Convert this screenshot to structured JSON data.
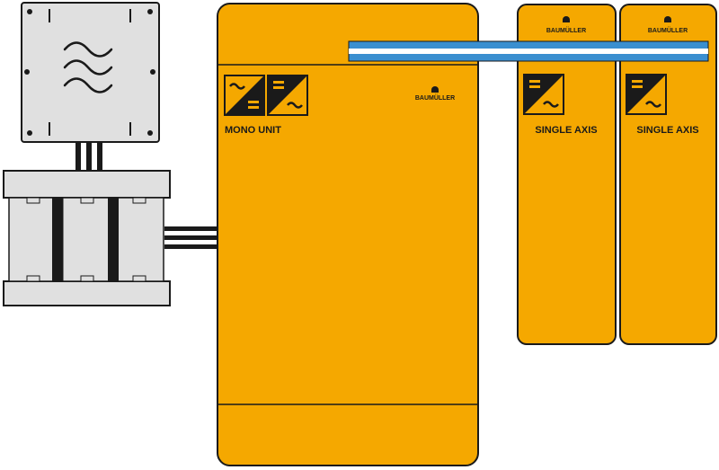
{
  "colors": {
    "cabinet": "#f5a800",
    "outline": "#1a1a1a",
    "filter_box": "#e0e0e0",
    "dc_bus_blue": "#3a8fd0",
    "dc_bus_white": "#ffffff"
  },
  "mono_unit": {
    "label": "MONO UNIT",
    "brand": "BAUMÜLLER",
    "icons": [
      "ac-dc-converter-icon",
      "dc-ac-inverter-icon"
    ]
  },
  "axis_modules": [
    {
      "label": "SINGLE AXIS",
      "brand": "BAUMÜLLER",
      "icon": "dc-ac-inverter-icon"
    },
    {
      "label": "SINGLE AXIS",
      "brand": "BAUMÜLLER",
      "icon": "dc-ac-inverter-icon"
    }
  ],
  "line_filter": {
    "icon": "sine-filter-icon"
  },
  "choke": {
    "icon": "three-phase-choke-icon"
  }
}
